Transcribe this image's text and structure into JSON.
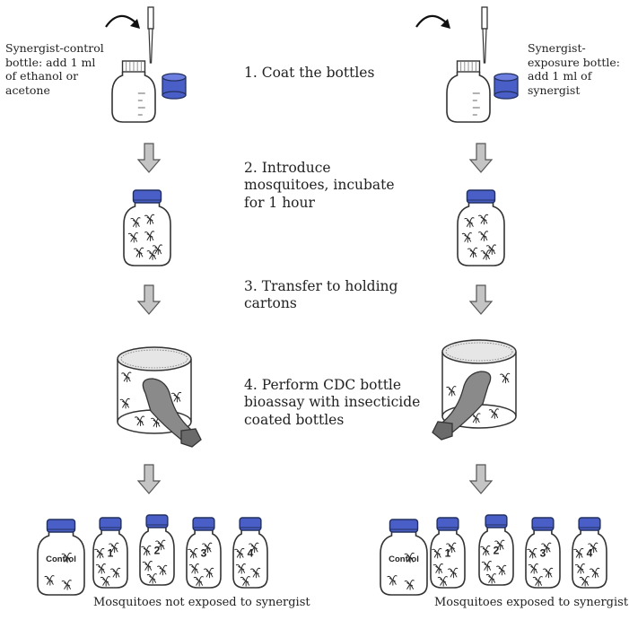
{
  "notes": {
    "left": "Synergist-control bottle: add 1 ml of ethanol or acetone",
    "right": "Synergist-exposure bottle: add 1 ml of synergist"
  },
  "steps": [
    {
      "label": "1. Coat the bottles"
    },
    {
      "label": "2. Introduce mosquitoes, incubate for 1 hour"
    },
    {
      "label": "3. Transfer to holding cartons"
    },
    {
      "label": "4. Perform CDC bottle bioassay with insecticide coated bottles"
    }
  ],
  "bottle_labels": {
    "control": "Control",
    "numbers": [
      "1",
      "2",
      "3",
      "4"
    ]
  },
  "captions": {
    "left": "Mosquitoes not exposed to synergist",
    "right": "Mosquitoes exposed to synergist"
  },
  "colors": {
    "cap_blue": "#4a5ec8",
    "arrow_grey": "#c4c4c4",
    "aspirator_grey": "#8a8a8a",
    "line": "#333333"
  },
  "icons": [
    "pipette-icon",
    "curved-arrow-icon",
    "cap-icon",
    "down-arrow-icon",
    "mosquito-icon",
    "aspirator-icon"
  ]
}
